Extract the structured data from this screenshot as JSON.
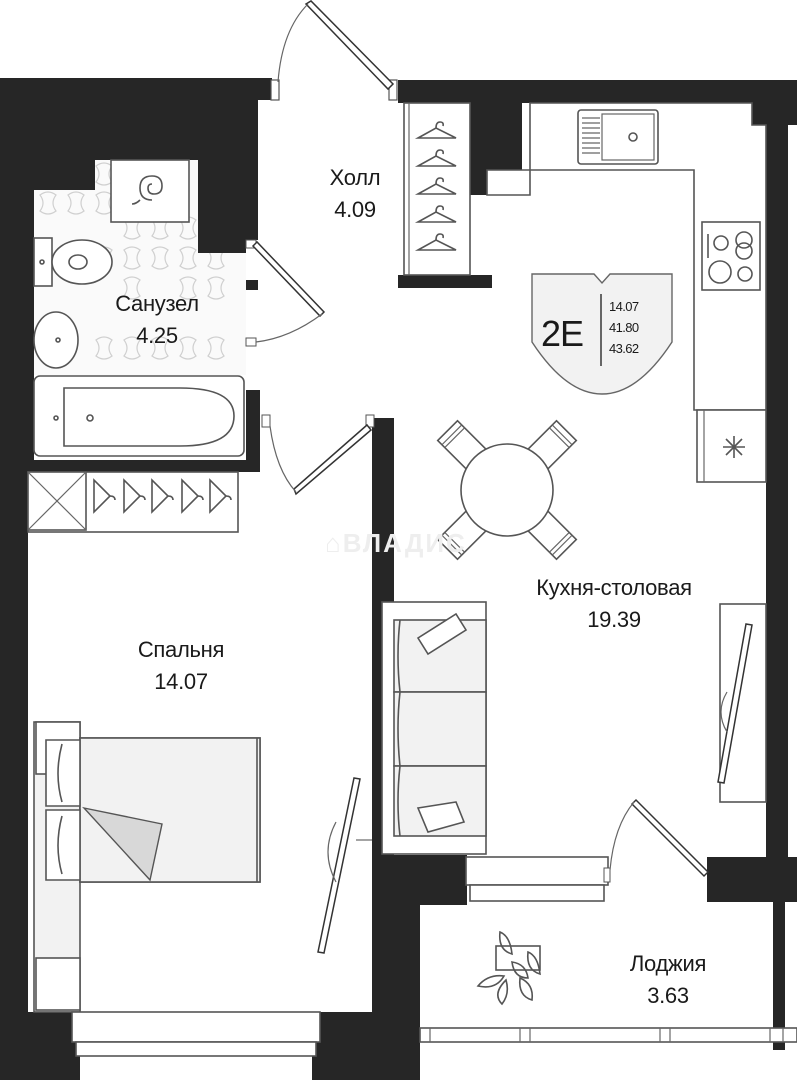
{
  "plan": {
    "type": "apartment-floor-plan",
    "colors": {
      "wall": "#262626",
      "furniture_stroke": "#555555",
      "fill_light": "#f2f2f2",
      "background": "#ffffff"
    }
  },
  "badge": {
    "code": "2E",
    "values": [
      "14.07",
      "41.80",
      "43.62"
    ]
  },
  "rooms": {
    "hall": {
      "name": "Холл",
      "area": "4.09"
    },
    "bathroom": {
      "name": "Санузел",
      "area": "4.25"
    },
    "kitchen": {
      "name": "Кухня-столовая",
      "area": "19.39"
    },
    "bedroom": {
      "name": "Спальня",
      "area": "14.07"
    },
    "loggia": {
      "name": "Лоджия",
      "area": "3.63"
    }
  },
  "watermark": {
    "text": "ВЛАДИС"
  }
}
